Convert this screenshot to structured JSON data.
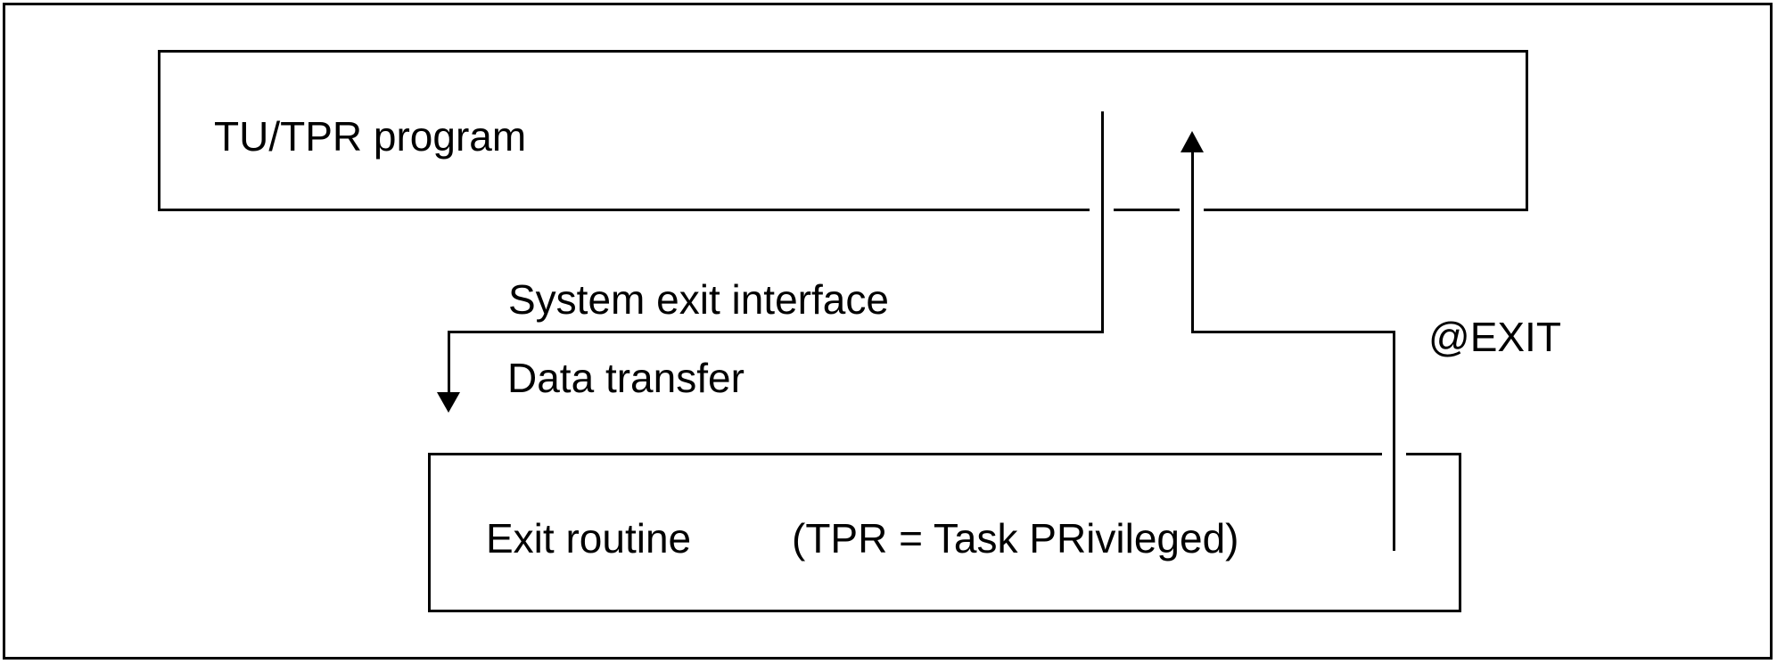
{
  "diagram": {
    "background_color": "#ffffff",
    "line_color": "#000000",
    "boxes": {
      "tu_tpr_program": {
        "label": "TU/TPR program"
      },
      "exit_routine": {
        "label": "Exit routine",
        "note": "(TPR = Task PRivileged)"
      }
    },
    "connectors": {
      "call_path_labels": {
        "system_exit_interface": "System exit interface",
        "data_transfer": "Data transfer"
      },
      "return_path_label": "@EXIT"
    }
  }
}
